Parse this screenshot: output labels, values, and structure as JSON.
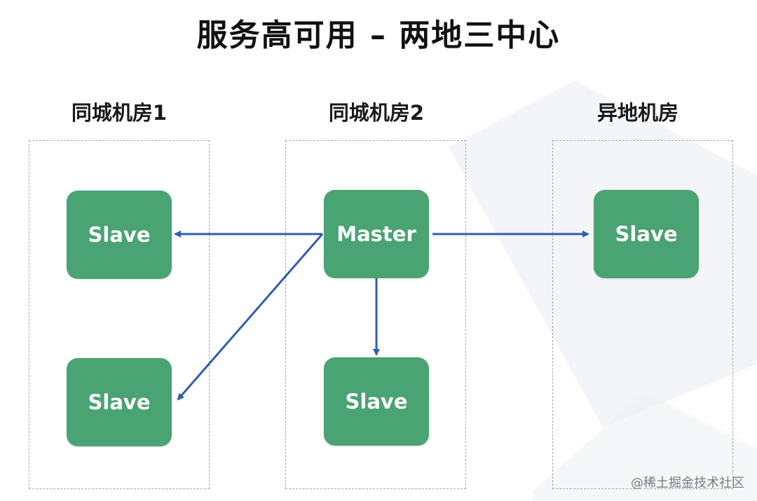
{
  "title": "服务高可用 – 两地三中心",
  "datacenters": [
    {
      "label": "同城机房1"
    },
    {
      "label": "同城机房2"
    },
    {
      "label": "异地机房"
    }
  ],
  "nodes": {
    "dc1_slave_top": "Slave",
    "dc1_slave_bottom": "Slave",
    "dc2_master": "Master",
    "dc2_slave": "Slave",
    "dc3_slave": "Slave"
  },
  "colors": {
    "node_fill": "#4aa372",
    "arrow": "#2f5eab"
  },
  "watermark": "@稀土掘金技术社区"
}
